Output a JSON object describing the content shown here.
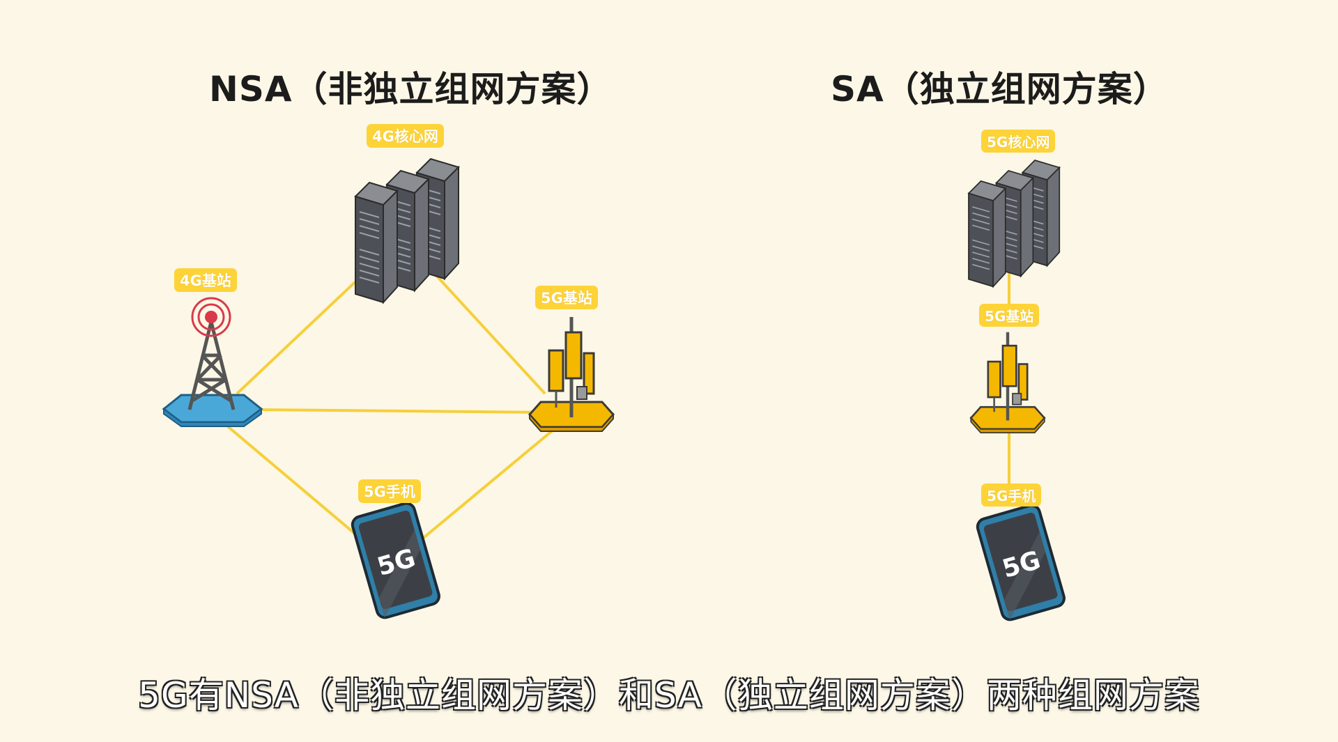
{
  "nsa": {
    "title": "NSA（非独立组网方案）",
    "core_label": "4G核心网",
    "bs4g_label": "4G基站",
    "bs5g_label": "5G基站",
    "phone_label": "5G手机",
    "phone_screen": "5G"
  },
  "sa": {
    "title": "SA（独立组网方案）",
    "core_label": "5G核心网",
    "bs5g_label": "5G基站",
    "phone_label": "5G手机",
    "phone_screen": "5G"
  },
  "subtitle": "5G有NSA（非独立组网方案）和SA（独立组网方案）两种组网方案",
  "colors": {
    "background": "#fcf7e6",
    "link": "#f6cf3a",
    "tag": "#fdd338",
    "server": "#5a5d63",
    "tower_4g": "#4aa8d8",
    "tower_5g": "#f5b800",
    "phone_frame": "#2f7fa8"
  }
}
